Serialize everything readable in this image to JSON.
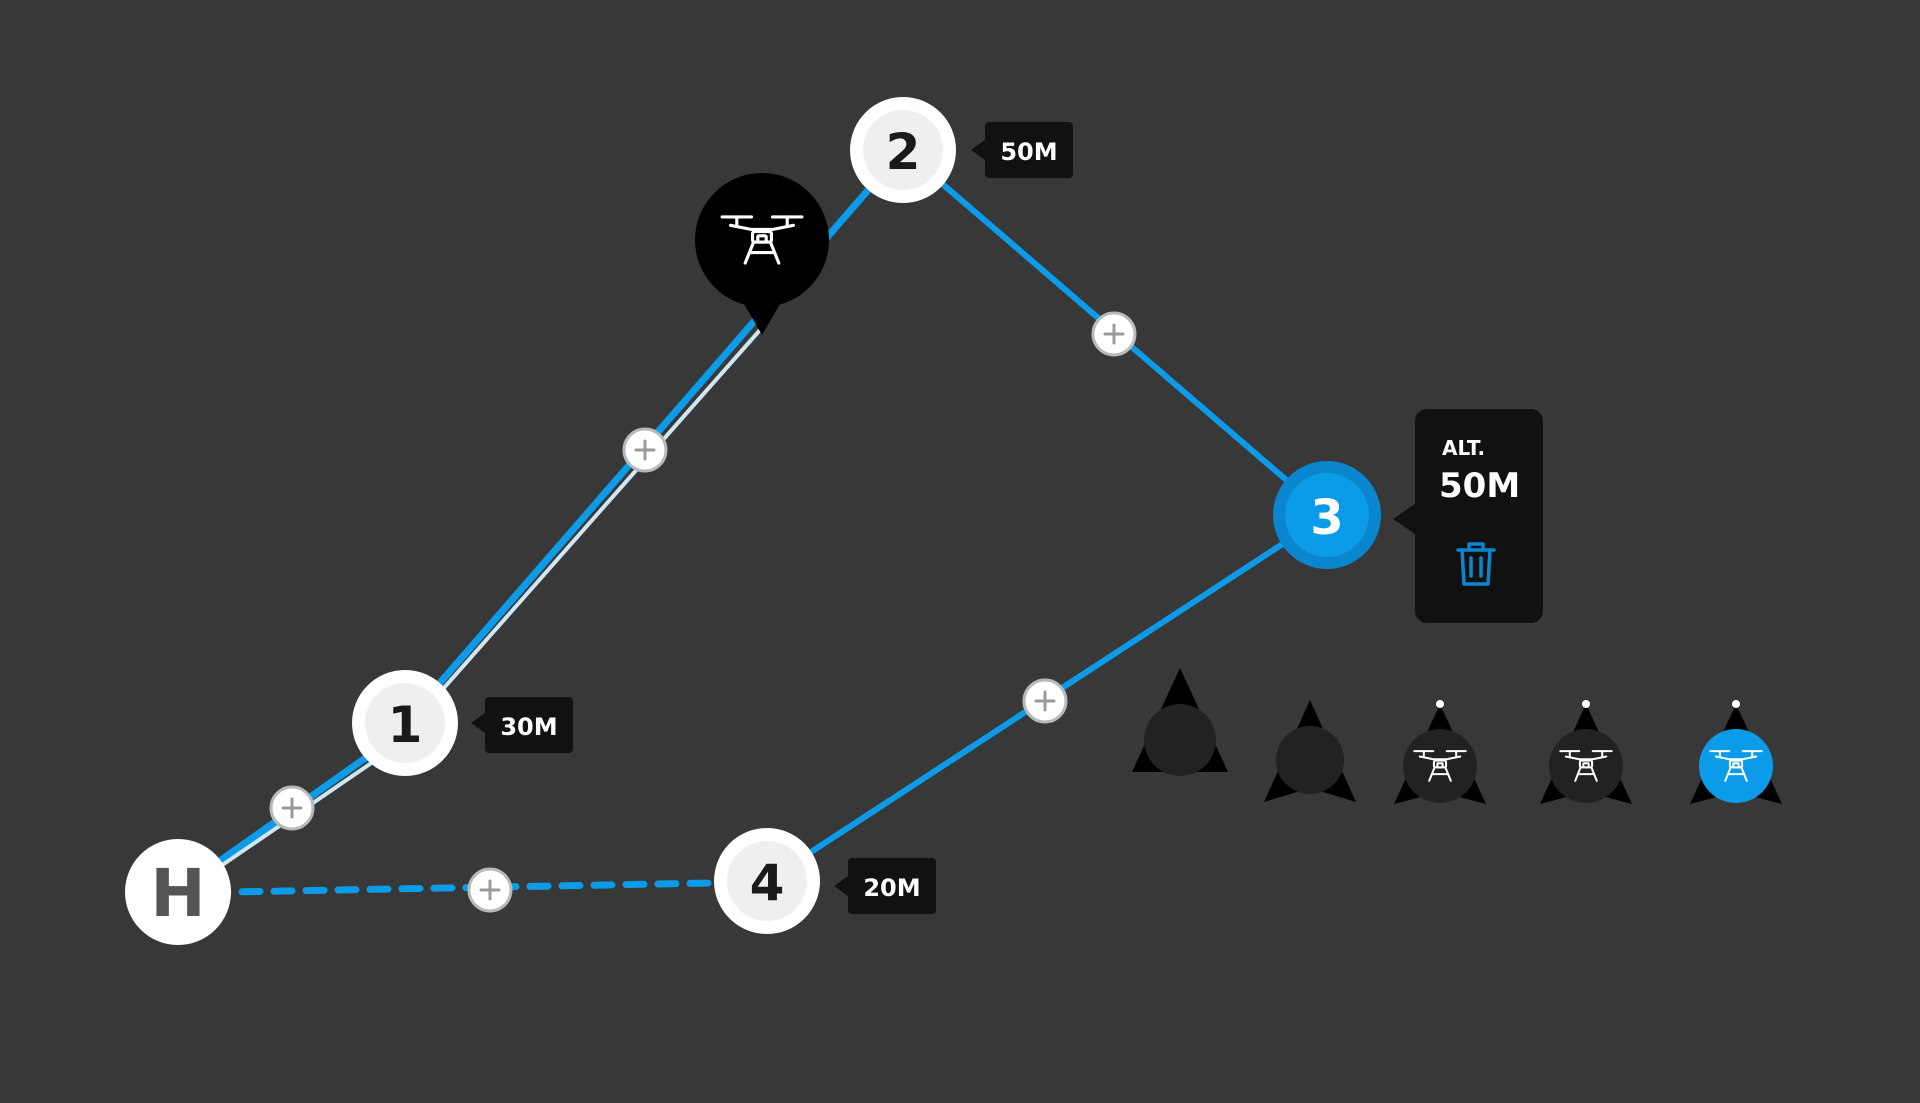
{
  "colors": {
    "background": "#383838",
    "route": "#0b9be8",
    "selected": "#0b9be8",
    "node_fill": "#ffffff",
    "node_inner": "#efefef",
    "label_bg": "#111111",
    "drone_marker": "#000000",
    "arrow_dark": "#1f1f1f"
  },
  "home": {
    "label": "H"
  },
  "waypoints": [
    {
      "id": "wp1",
      "label": "1",
      "altitude": "30M"
    },
    {
      "id": "wp2",
      "label": "2",
      "altitude": "50M"
    },
    {
      "id": "wp3",
      "label": "3",
      "selected": true
    },
    {
      "id": "wp4",
      "label": "4",
      "altitude": "20M"
    }
  ],
  "selected_panel": {
    "title": "ALT.",
    "value": "50M",
    "delete_icon": "trash-icon"
  },
  "icons": {
    "drone": "drone-icon",
    "add": "plus-icon"
  },
  "heading_markers": [
    {
      "variant": "plain-large"
    },
    {
      "variant": "plain-small"
    },
    {
      "variant": "drone-dot"
    },
    {
      "variant": "drone-dot"
    },
    {
      "variant": "drone-dot-active"
    }
  ]
}
